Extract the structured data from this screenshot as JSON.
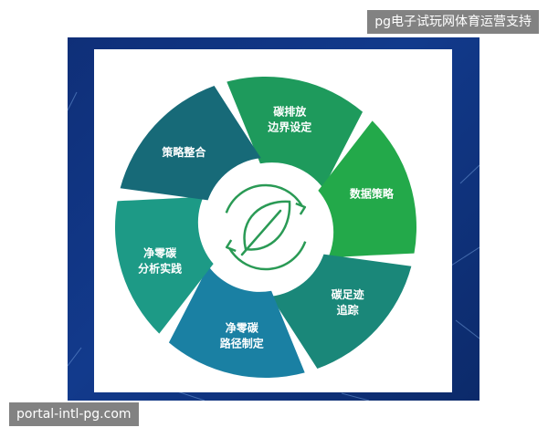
{
  "overlay": {
    "top_caption": "pg电子试玩网体育运营支持",
    "bottom_caption": "portal-intl-pg.com"
  },
  "cycle": {
    "segments": [
      {
        "line1": "碳排放",
        "line2": "边界设定",
        "color": "#1e9a5c"
      },
      {
        "line1": "数据策略",
        "line2": "",
        "color": "#23a94a"
      },
      {
        "line1": "碳足迹",
        "line2": "追踪",
        "color": "#1a8779"
      },
      {
        "line1": "净零碳",
        "line2": "路径制定",
        "color": "#1a80a3"
      },
      {
        "line1": "净零碳",
        "line2": "分析实践",
        "color": "#1d9a86"
      },
      {
        "line1": "策略整合",
        "line2": "",
        "color": "#176a78"
      }
    ],
    "center_icon": "leaf-recycle-icon",
    "center_color": "#2a9a55"
  },
  "colors": {
    "frame": "#123a8c",
    "card": "#ffffff"
  }
}
